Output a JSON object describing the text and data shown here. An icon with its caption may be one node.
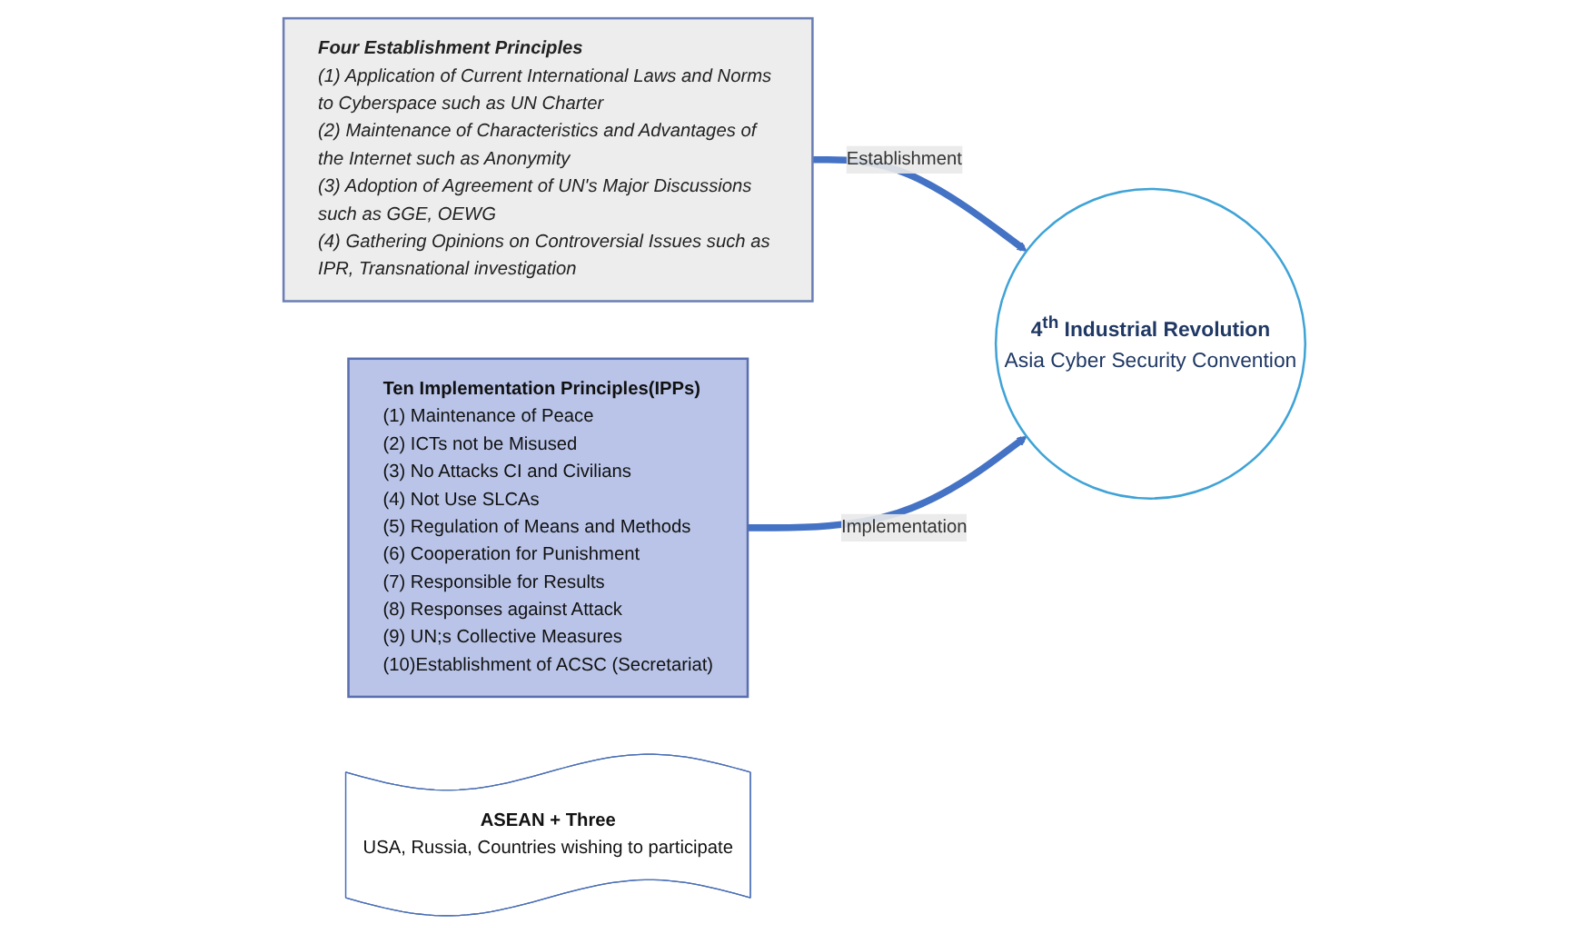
{
  "diagram": {
    "nodes": [
      {
        "text": [
          "Four Establishment Principles",
          "(1) Application of Current International Laws and Norms to Cyberspace such as UN Charter",
          "(2) Maintenance of Characteristics and Advantages of the Internet such as Anonymity",
          "(3) Adoption of Agreement of UN's Major Discussions such as GGE, OEWG",
          "(4) Gathering Opinions on Controversial Issues such as IPR, Transnational investigation"
        ]
      },
      {
        "text": [
          "Ten Implementation Principles(IPPs)",
          "(1) Maintenance of Peace",
          "(2) ICTs not be Misused",
          "(3) No Attacks CI and Civilians",
          "(4) Not Use SLCAs",
          "(5) Regulation of Means and Methods",
          "(6) Cooperation for Punishment",
          "(7) Responsible for Results",
          "(8) Responses against Attack",
          "(9) UN;s Collective Measures",
          "(10)Establishment of ACSC (Secretariat)"
        ]
      },
      {
        "text": [
          "4$^{th}$ Industrial Revolution",
          "Asia Cyber Security Convention"
        ]
      },
      {
        "text": [
          "ASEAN + Three",
          "USA, Russia, Countries wishing to participate"
        ]
      }
    ],
    "edges": [
      {
        "from": 0,
        "to": 2,
        "arrow": "to",
        "label": "Establishment"
      },
      {
        "from": 1,
        "to": 2,
        "arrow": "to",
        "label": "Implementation"
      }
    ]
  }
}
